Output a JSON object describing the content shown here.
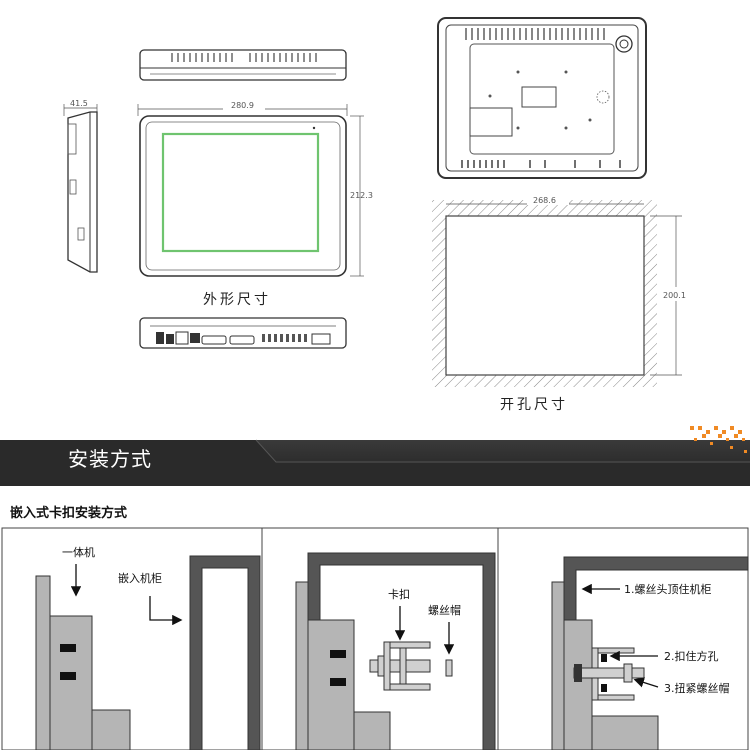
{
  "top": {
    "dims": {
      "depth": "41.5",
      "width": "280.9",
      "height": "212.3",
      "cutout_width": "268.6",
      "cutout_height": "200.1"
    },
    "captions": {
      "outline": "外形尺寸",
      "cutout": "开孔尺寸"
    }
  },
  "banner": {
    "title": "安装方式",
    "bg_color": "#2b2b2b",
    "accent_color": "#f08a24"
  },
  "install": {
    "heading": "嵌入式卡扣安装方式",
    "panel1": {
      "device_label": "一体机",
      "cabinet_label": "嵌入机柜"
    },
    "panel2": {
      "clip_label": "卡扣",
      "nut_label": "螺丝帽"
    },
    "panel3": {
      "step1": "1.螺丝头顶住机柜",
      "step2": "2.扣住方孔",
      "step3": "3.扭紧螺丝帽"
    }
  }
}
